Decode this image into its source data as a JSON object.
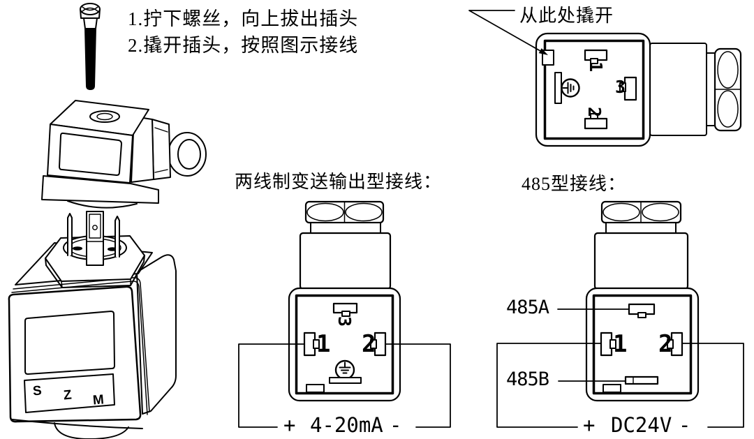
{
  "page": {
    "background": "#ffffff",
    "line_color": "#000000"
  },
  "instructions": {
    "step1": "1.拧下螺丝，向上拔出插头",
    "step2": "2.撬开插头，按照图示接线"
  },
  "pry_label": "从此处撬开",
  "plug_face": {
    "pin1": "1",
    "pin2": "2",
    "pin3": "3"
  },
  "two_wire": {
    "title": "两线制变送输出型接线：",
    "pin1": "1",
    "pin2": "2",
    "pin3": "3",
    "polarity_positive": "+",
    "signal": "4-20mA",
    "polarity_negative": "-"
  },
  "rs485": {
    "title": "485型接线：",
    "pin1": "1",
    "pin2": "2",
    "line_a": "485A",
    "line_b": "485B",
    "polarity_positive": "+",
    "signal": "DC24V",
    "polarity_negative": "-"
  },
  "transmitter": {
    "button_s": "S",
    "button_z": "Z",
    "button_m": "M"
  }
}
